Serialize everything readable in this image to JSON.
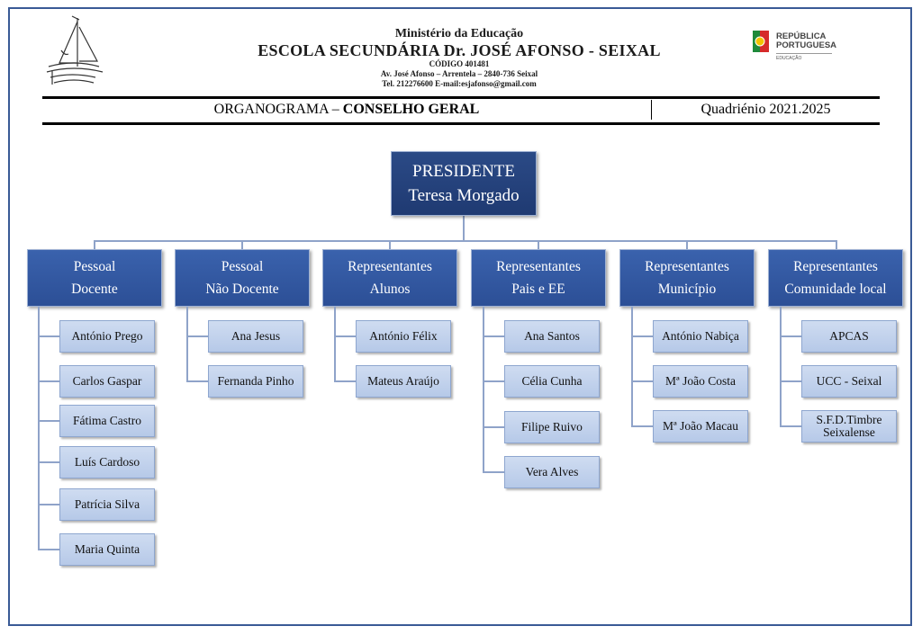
{
  "header": {
    "ministry": "Ministério da Educação",
    "school": "ESCOLA SECUNDÁRIA Dr. JOSÉ AFONSO - SEIXAL",
    "code": "CÓDIGO 401481",
    "address": "Av. José Afonso – Arrentela – 2840-736 Seixal",
    "contact": "Tel. 212276600    E-mail:esjafonso@gmail.com",
    "logo_right_line1": "REPÚBLICA",
    "logo_right_line2": "PORTUGUESA",
    "logo_right_line3": "EDUCAÇÃO"
  },
  "title": {
    "prefix": "ORGANOGRAMA – ",
    "bold": "CONSELHO GERAL",
    "period": "Quadriénio 2021.2025"
  },
  "president": {
    "role": "PRESIDENTE",
    "name": "Teresa Morgado"
  },
  "categories": [
    {
      "line1": "Pessoal",
      "line2": "Docente",
      "members": [
        "António Prego",
        "Carlos Gaspar",
        "Fátima Castro",
        "Luís Cardoso",
        "Patrícia Silva",
        "Maria Quinta"
      ]
    },
    {
      "line1": "Pessoal",
      "line2": "Não Docente",
      "members": [
        "Ana Jesus",
        "Fernanda Pinho"
      ]
    },
    {
      "line1": "Representantes",
      "line2": "Alunos",
      "members": [
        "António Félix",
        "Mateus Araújo"
      ]
    },
    {
      "line1": "Representantes",
      "line2": "Pais e EE",
      "members": [
        "Ana Santos",
        "Célia Cunha",
        "Filipe Ruivo",
        "Vera Alves"
      ]
    },
    {
      "line1": "Representantes",
      "line2": "Município",
      "members": [
        "António Nabiça",
        "Mª João Costa",
        "Mª João Macau"
      ]
    },
    {
      "line1": "Representantes",
      "line2": "Comunidade local",
      "members": [
        "APCAS",
        "UCC - Seixal",
        "S.F.D.Timbre Seixalense"
      ]
    }
  ]
}
